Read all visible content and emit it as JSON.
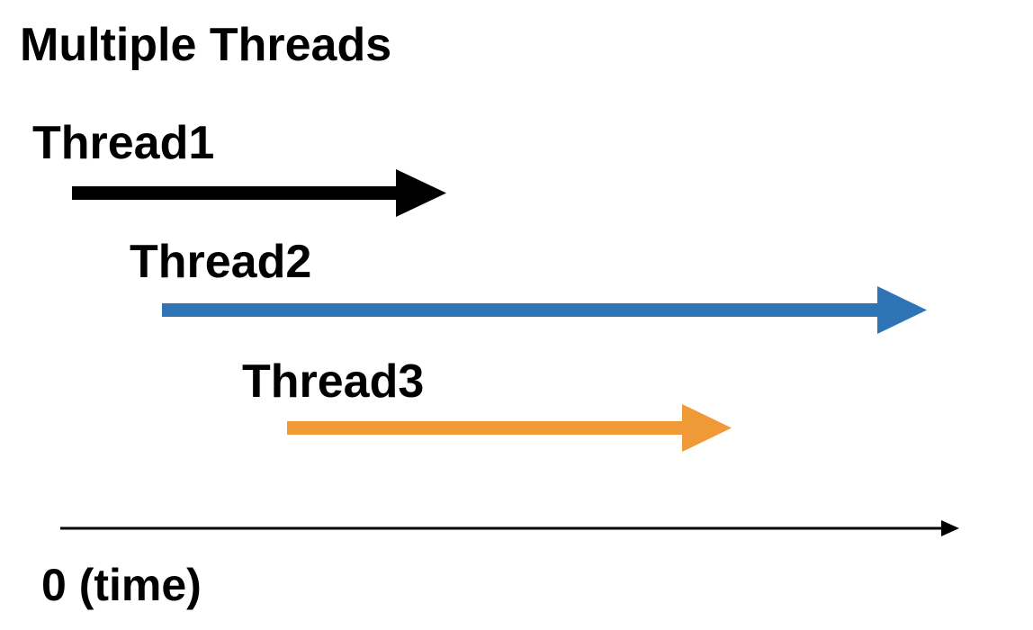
{
  "title": "Multiple Threads",
  "threads": [
    {
      "label": "Thread1",
      "color": "#000000"
    },
    {
      "label": "Thread2",
      "color": "#2f75b5"
    },
    {
      "label": "Thread3",
      "color": "#ef9a36"
    }
  ],
  "time_axis": {
    "label": "0 (time)",
    "color": "#000000"
  }
}
